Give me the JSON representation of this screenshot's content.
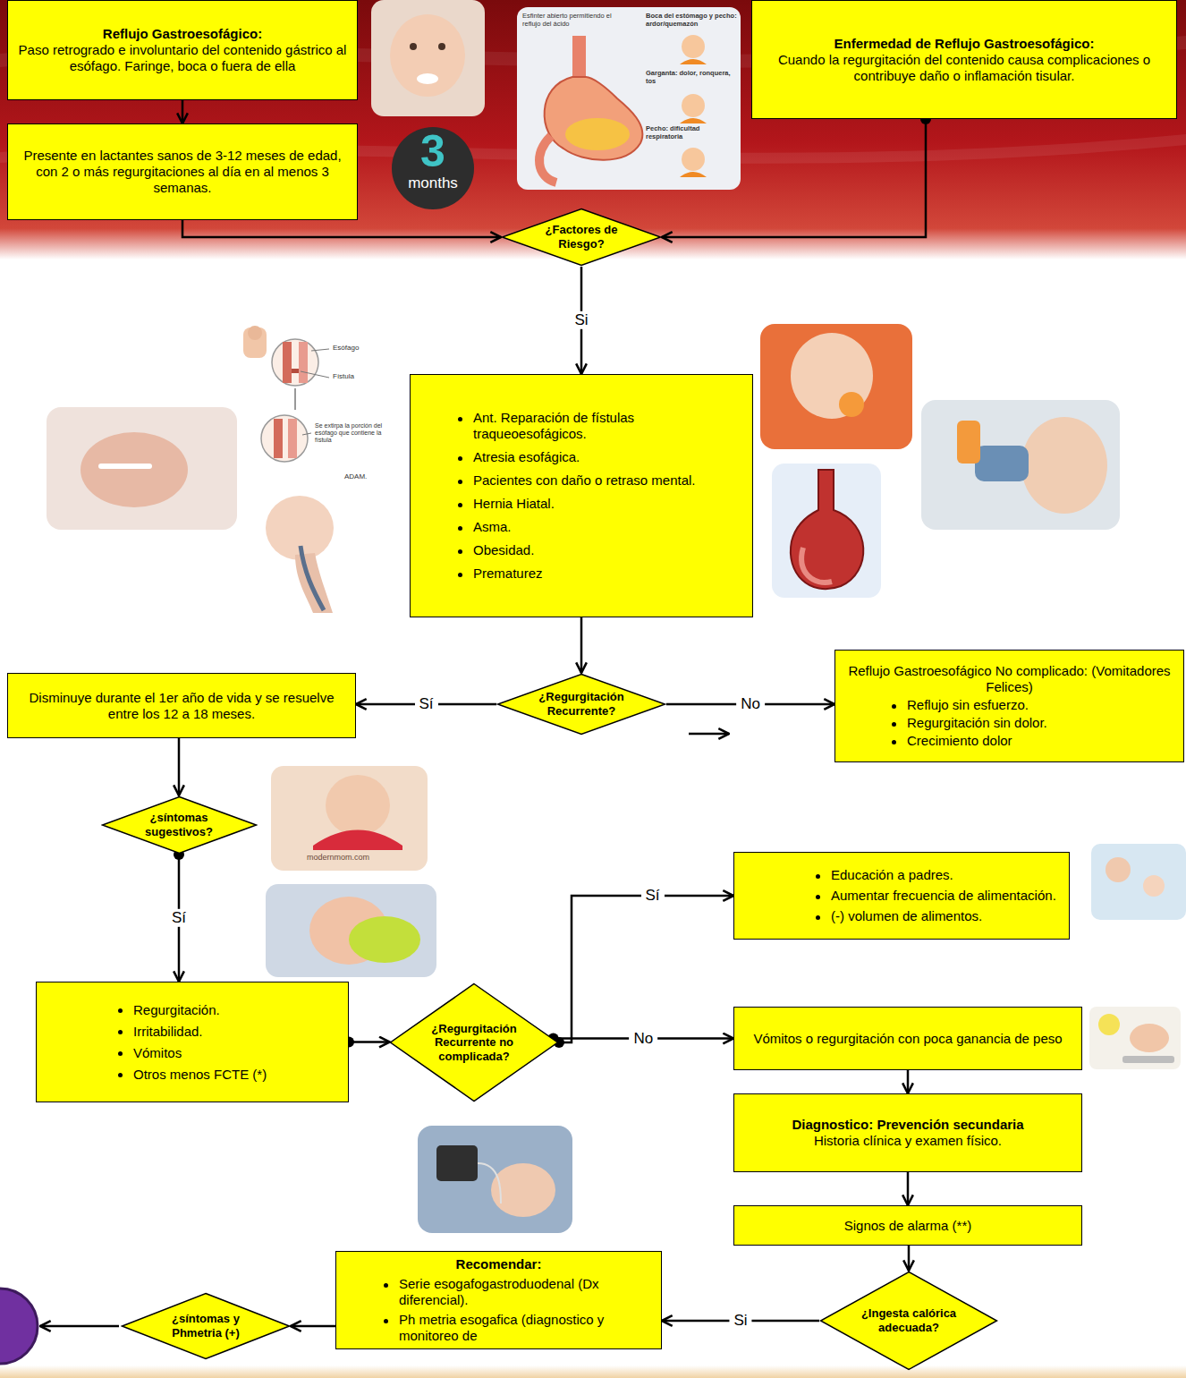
{
  "diagram": {
    "nodes": [
      {
        "text": [
          "Reflujo Gastroesofágico:",
          "Paso retrogrado e involuntario del contenido gástrico al esófago. Faringe, boca o fuera de ella"
        ]
      },
      {
        "text": [
          "Presente en lactantes sanos de 3-12 meses de edad, con 2 o más regurgitaciones al día en al menos 3 semanas."
        ]
      },
      {
        "text": [
          "Enfermedad de Reflujo Gastroesofágico:",
          "Cuando la regurgitación del contenido causa complicaciones o contribuye daño o inflamación tisular."
        ]
      },
      {
        "text": [
          "¿Factores de Riesgo?"
        ]
      },
      {
        "text": [
          "Ant. Reparación de fístulas traqueoesofágicos.",
          "Atresia esofágica.",
          "Pacientes con daño o retraso mental.",
          "Hernia Hiatal.",
          "Asma.",
          "Obesidad.",
          "Prematurez"
        ]
      },
      {
        "text": [
          "¿Regurgitación Recurrente?"
        ]
      },
      {
        "text": [
          "Disminuye durante el 1er año de vida y se resuelve entre los 12 a 18 meses."
        ]
      },
      {
        "text": [
          "Reflujo Gastroesofágico No complicado: (Vomitadores Felices)",
          "Reflujo sin esfuerzo.",
          "Regurgitación sin dolor.",
          "Crecimiento dolor"
        ]
      },
      {
        "text": [
          "¿síntomas sugestivos?"
        ]
      },
      {
        "text": [
          "Regurgitación.",
          "Irritabilidad.",
          "Vómitos",
          "Otros menos FCTE (*)"
        ]
      },
      {
        "text": [
          "¿Regurgitación Recurrente no complicada?"
        ]
      },
      {
        "text": [
          "Educación a padres.",
          "Aumentar frecuencia de alimentación.",
          "(-) volumen de alimentos."
        ]
      },
      {
        "text": [
          "Vómitos o regurgitación con poca ganancia de peso"
        ]
      },
      {
        "text": [
          "Diagnostico: Prevención secundaria",
          "Historia clínica y examen físico."
        ]
      },
      {
        "text": [
          "Signos de alarma (**)"
        ]
      },
      {
        "text": [
          "¿Ingesta calórica adecuada?"
        ]
      },
      {
        "text": [
          "Recomendar:",
          "Serie esogafogastroduodenal (Dx diferencial).",
          "Ph metria esogafica (diagnostico y monitoreo de"
        ]
      },
      {
        "text": [
          "¿síntomas y Phmetria (+)"
        ]
      }
    ],
    "edges": [
      {
        "from": 0,
        "to": 1,
        "arrow": "to"
      },
      {
        "from": 1,
        "to": 3,
        "arrow": "to"
      },
      {
        "from": 2,
        "to": 3,
        "arrow": "to"
      },
      {
        "from": 3,
        "to": 4,
        "arrow": "to",
        "label": "Si"
      },
      {
        "from": 4,
        "to": 5,
        "arrow": "to"
      },
      {
        "from": 5,
        "to": 6,
        "arrow": "to",
        "label": "Sí"
      },
      {
        "from": 5,
        "to": 7,
        "arrow": "to",
        "label": "No"
      },
      {
        "from": 6,
        "to": 8,
        "arrow": "to"
      },
      {
        "from": 8,
        "to": 9,
        "arrow": "to",
        "label": "Sí"
      },
      {
        "from": 9,
        "to": 10,
        "arrow": "to"
      },
      {
        "from": 10,
        "to": 11,
        "arrow": "to",
        "label": "Sí"
      },
      {
        "from": 10,
        "to": 12,
        "arrow": "to",
        "label": "No"
      },
      {
        "from": 12,
        "to": 13,
        "arrow": "to"
      },
      {
        "from": 13,
        "to": 14,
        "arrow": "to"
      },
      {
        "from": 14,
        "to": 15,
        "arrow": "to"
      },
      {
        "from": 15,
        "to": 16,
        "arrow": "to",
        "label": "Si"
      },
      {
        "from": 16,
        "to": 17,
        "arrow": "to"
      }
    ],
    "labels": [
      "3",
      "months",
      "Esfinter abierto permitiendo el reflujo del ácido",
      "Boca del estómago y pecho: ardor/quemazón",
      "Garganta: dolor, ronquera, tos",
      "Pecho: dificultad respiratoria",
      "Esófago",
      "Fístula",
      "Se extirpa la porción del esófago que contiene la fístula",
      "ADAM.",
      "modernmom.com"
    ]
  }
}
